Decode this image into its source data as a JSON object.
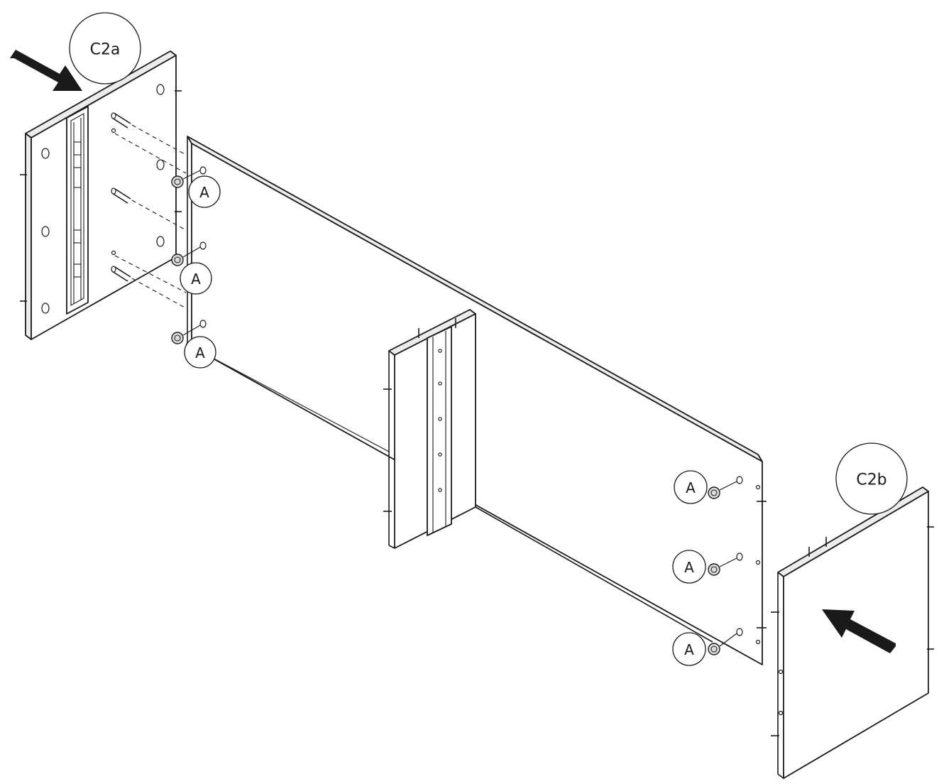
{
  "labels": {
    "panel_left": "C2a",
    "panel_right": "C2b",
    "fitting_a": "A"
  },
  "icons": {
    "push_arrow_left": "arrow-right-icon",
    "push_arrow_right": "arrow-left-icon"
  },
  "colors": {
    "ink": "#1a1a1a",
    "paper": "#ffffff"
  }
}
